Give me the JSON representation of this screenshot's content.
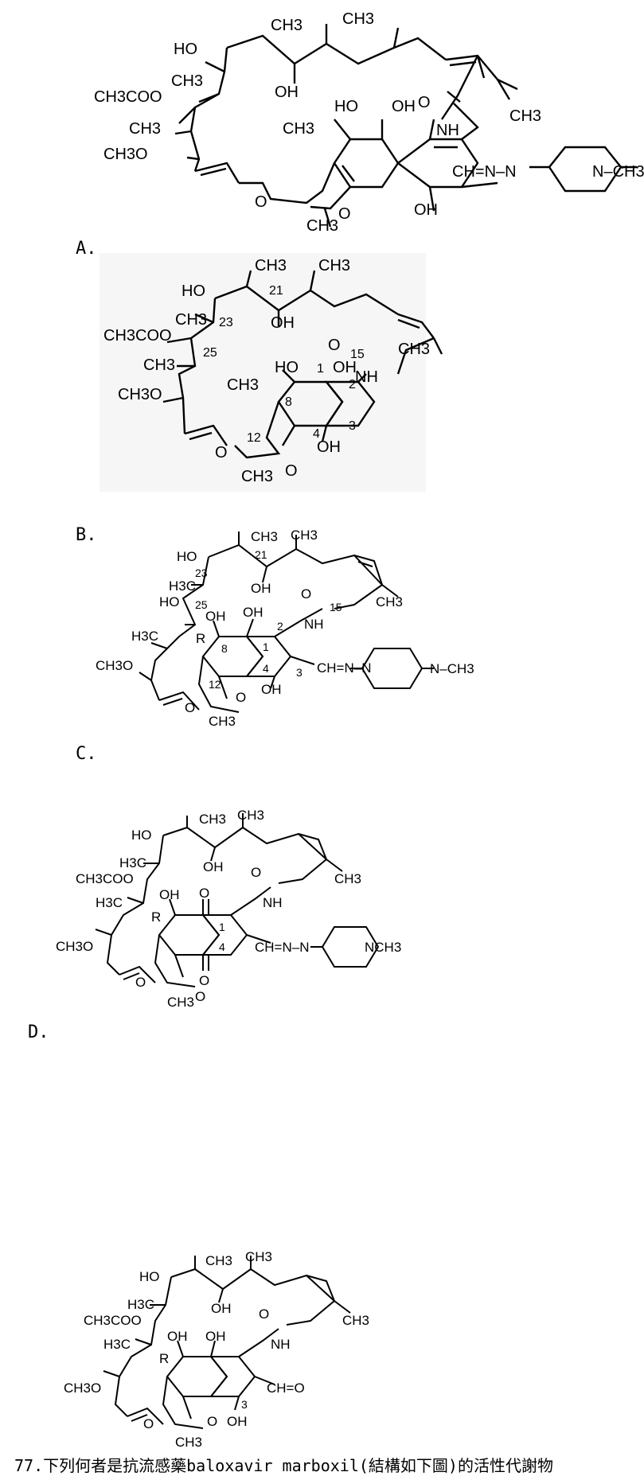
{
  "options": {
    "a": "A.",
    "b": "B.",
    "c": "C.",
    "d": "D."
  },
  "question": {
    "text": "77.下列何者是抗流感藥baloxavir marboxil(結構如下圖)的活性代謝物"
  },
  "structures": {
    "atoms": {
      "ch3": "CH3",
      "ho": "HO",
      "oh": "OH",
      "o": "O",
      "nh": "NH",
      "n": "N",
      "r": "R",
      "acetoxy": "CH3COO",
      "methoxy": "CH3O",
      "h3c": "H3C",
      "hydrazone": "CH=N–N",
      "aldehyde": "CH=O",
      "n_methyl": "N–CH3",
      "nch3": "NCH3"
    },
    "locants": {
      "n1": "1",
      "n2": "2",
      "n3": "3",
      "n4": "4",
      "n8": "8",
      "n12": "12",
      "n15": "15",
      "n21": "21",
      "n23": "23",
      "n25": "25"
    }
  }
}
